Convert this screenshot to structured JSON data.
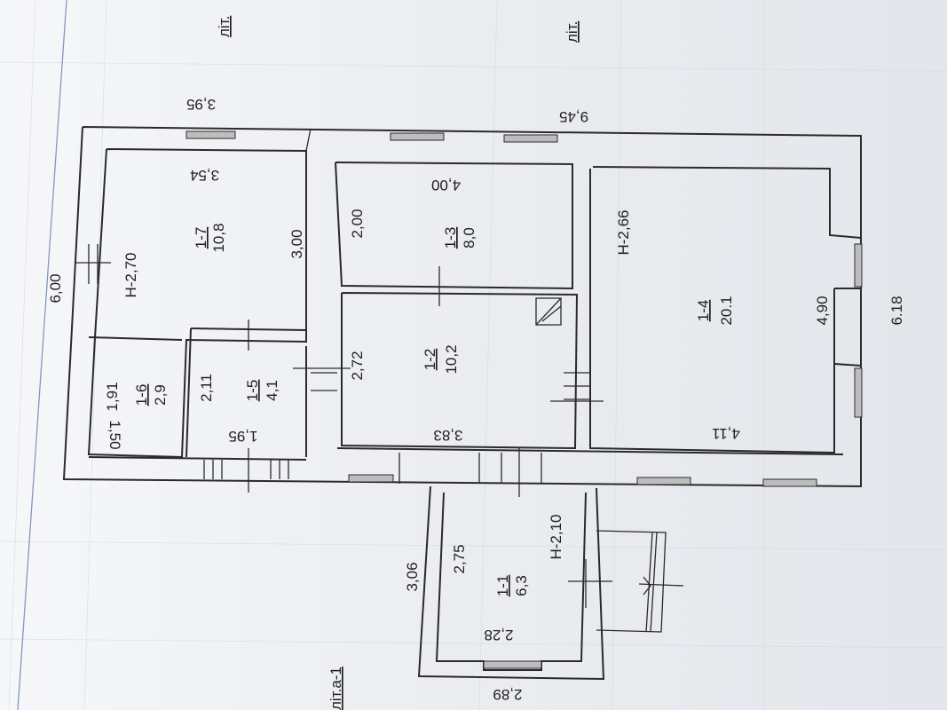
{
  "plan": {
    "header_top": "літ.",
    "header_top2": "літ.",
    "label_left": "літ.а-1",
    "rooms": [
      {
        "id": "1-7",
        "area": "10,8",
        "height": "Н-2,70"
      },
      {
        "id": "1-3",
        "area": "8,0"
      },
      {
        "id": "1-4",
        "area": "20.1",
        "height": "Н-2,66"
      },
      {
        "id": "1-6",
        "area": "2,9"
      },
      {
        "id": "1-5",
        "area": "4,1"
      },
      {
        "id": "1-2",
        "area": "10,2"
      },
      {
        "id": "1-1",
        "area": "6,3",
        "height": "Н-2,10"
      }
    ],
    "dims": {
      "d395": "3,95",
      "d945": "9,45",
      "d354": "3,54",
      "d400": "4,00",
      "d600": "6,00",
      "d300": "3,00",
      "d200": "2,00",
      "d266": "Н-2,66",
      "d191": "1,91",
      "d150": "1,50",
      "d211": "2,11",
      "d195": "1,95",
      "d272": "2,72",
      "d383": "3,83",
      "d490": "4,90",
      "d618": "6.18",
      "d411": "4,11",
      "d306": "3,06",
      "d275": "2,75",
      "d228": "2,28",
      "d289": "2,89"
    }
  }
}
